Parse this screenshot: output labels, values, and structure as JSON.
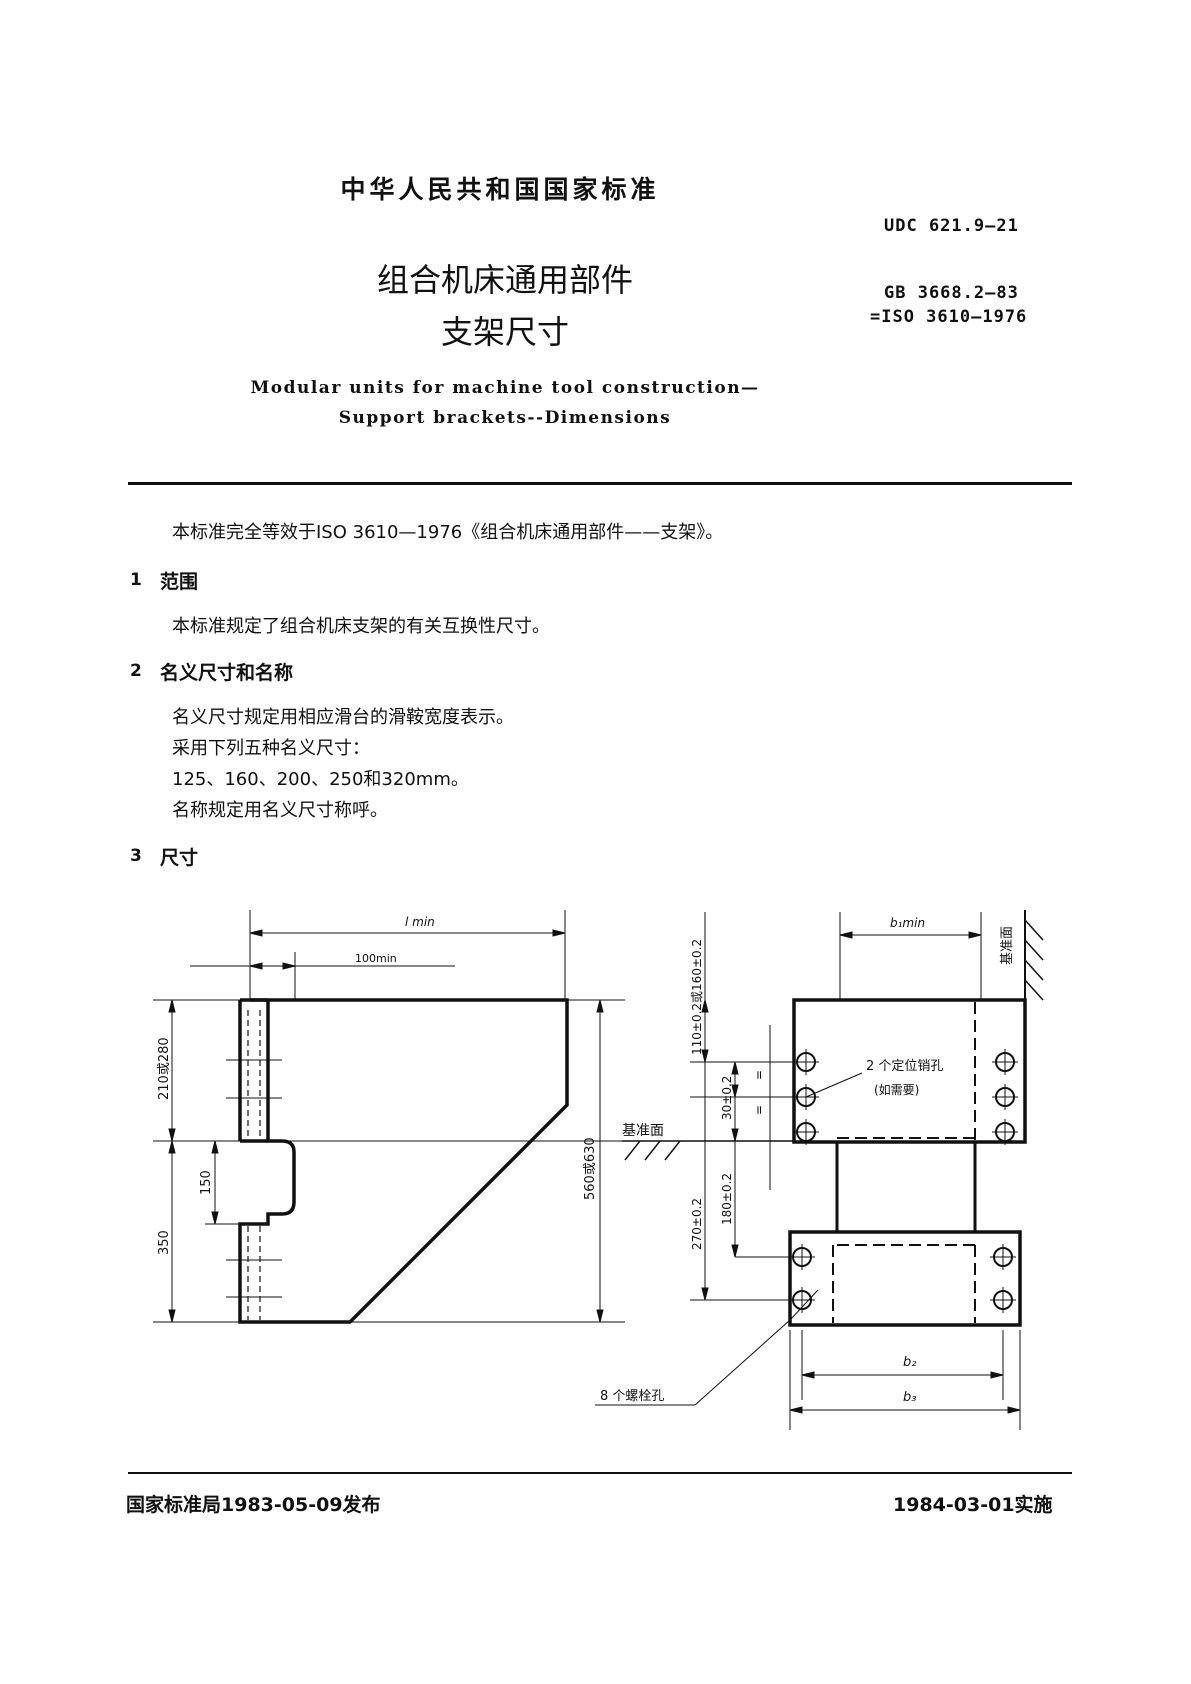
{
  "header": {
    "national_standard": "中华人民共和国国家标准",
    "udc": "UDC 621.9—21",
    "gb_number": "GB 3668.2—83",
    "iso_equiv": "=ISO 3610—1976"
  },
  "title": {
    "cn_line1": "组合机床通用部件",
    "cn_line2": "支架尺寸",
    "en_line1": "Modular units for machine tool construction—",
    "en_line2": "Support brackets--Dimensions"
  },
  "intro": "本标准完全等效于ISO 3610—1976《组合机床通用部件——支架》。",
  "sections": [
    {
      "num": "1",
      "title": "范围",
      "lines": [
        "本标准规定了组合机床支架的有关互换性尺寸。"
      ]
    },
    {
      "num": "2",
      "title": "名义尺寸和名称",
      "lines": [
        "名义尺寸规定用相应滑台的滑鞍宽度表示。",
        "采用下列五种名义尺寸：",
        "125、160、200、250和320mm。",
        "名称规定用名义尺寸称呼。"
      ]
    },
    {
      "num": "3",
      "title": "尺寸",
      "lines": []
    }
  ],
  "drawing": {
    "left": {
      "l_min": "l min",
      "d100": "100min",
      "d210": "210或280",
      "d150": "150",
      "d350": "350",
      "d560": "560或630"
    },
    "right": {
      "b1": "b₁min",
      "datum_top": "基准面",
      "datum_mid": "基准面",
      "d110": "110±0.2或160±0.2",
      "d30": "30±0.2",
      "d270": "270±0.2",
      "d180": "180±0.2",
      "pin_holes": "2 个定位销孔",
      "pin_note": "(如需要)",
      "bolt_holes": "8 个螺栓孔",
      "b2": "b₂",
      "b3": "b₃",
      "eq1": "=",
      "eq2": "="
    }
  },
  "footer": {
    "issued": "国家标准局1983-05-09发布",
    "effective": "1984-03-01实施"
  }
}
